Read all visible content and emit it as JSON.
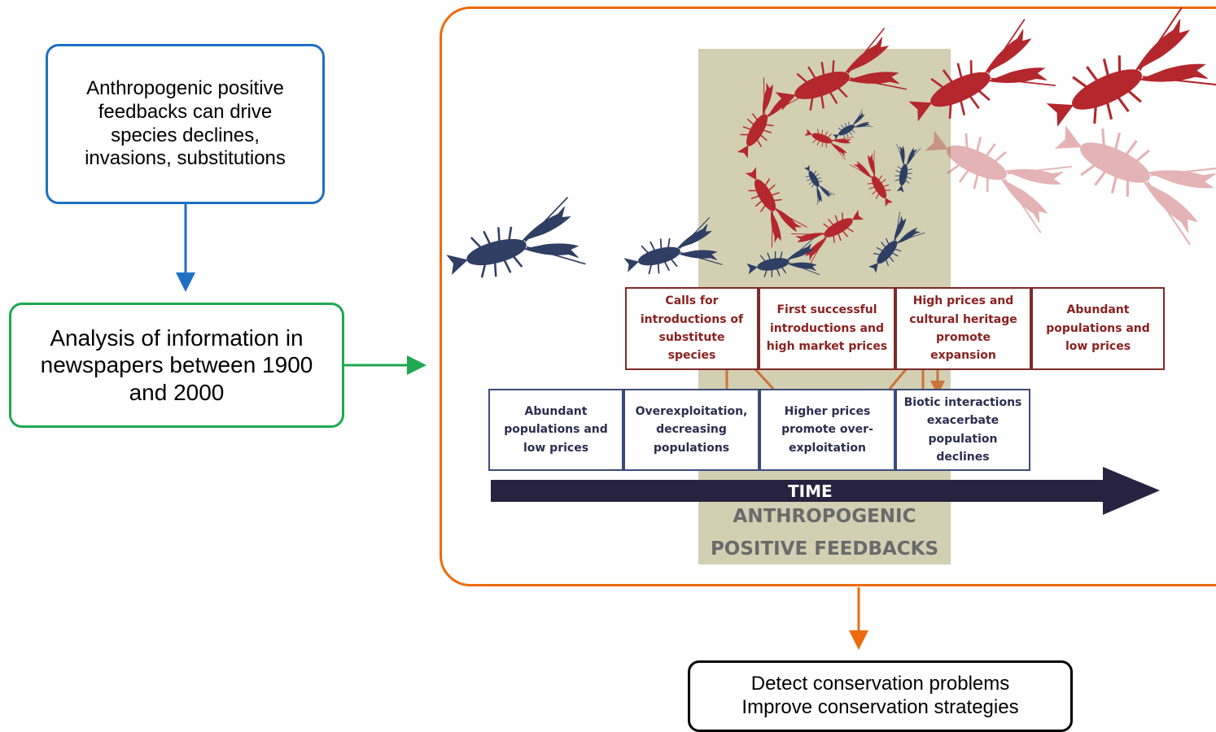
{
  "hypothesis": "Anthropogenic positive feedbacks can drive species declines, invasions, substitutions",
  "analysis": "Analysis of information in newspapers between 1900 and 2000",
  "outcome": {
    "line1": "Detect conservation problems",
    "line2": "Improve conservation strategies"
  },
  "figure": {
    "invasive_stages": [
      "Calls for introductions of substitute species",
      "First successful introductions and high market prices",
      "High prices and cultural heritage promote expansion",
      "Abundant populations and low prices"
    ],
    "native_stages": [
      "Abundant populations and low prices",
      "Overexploitation, decreasing populations",
      "Higher prices promote over-exploitation",
      "Biotic interactions exacerbate population declines"
    ],
    "timeline_label": "TIME",
    "band_title_line1": "ANTHROPOGENIC",
    "band_title_line2": "POSITIVE FEEDBACKS"
  },
  "colors": {
    "hypothesis_border": "#1f6fc4",
    "analysis_border": "#1ea84f",
    "frame_border": "#ec6b0c",
    "invasive_species": "#b3272d",
    "native_species": "#2f3e63",
    "feedback_band": "#d2cfb3",
    "timeline": "#27223f",
    "feedback_arrows": "#c8743a"
  }
}
